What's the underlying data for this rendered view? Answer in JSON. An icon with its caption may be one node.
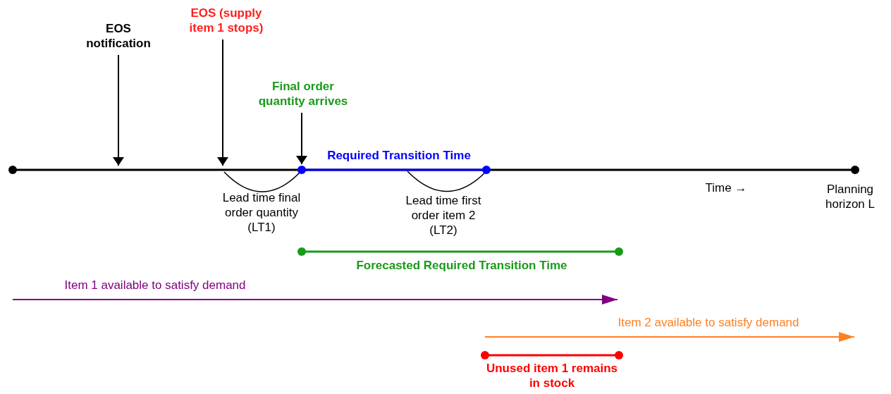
{
  "diagram": {
    "nodes": [
      {
        "text": [
          "EOS notification"
        ]
      },
      {
        "text": [
          "EOS (supply item 1 stops)"
        ]
      },
      {
        "text": [
          "Final order quantity arrives"
        ]
      }
    ],
    "edges": [
      {
        "from": 0,
        "to": null,
        "arrow": "to"
      },
      {
        "from": 1,
        "to": null,
        "arrow": "to"
      },
      {
        "from": 2,
        "to": null,
        "arrow": "to"
      }
    ],
    "labels": [
      "Required Transition Time",
      "Lead time final order quantity (LT1)",
      "Lead time first order item 2 (LT2)",
      "Time →",
      "Planning horizon L",
      "Forecasted Required Transition Time",
      "Item 1 available to satisfy demand",
      "Item 2 available to satisfy demand",
      "Unused item 1 remains in stock"
    ]
  }
}
